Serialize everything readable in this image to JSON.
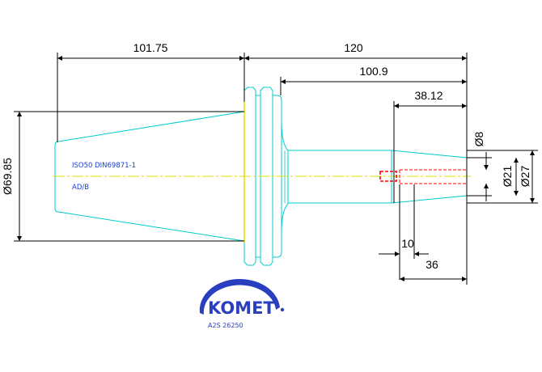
{
  "dimensions": {
    "taper_length": "101.75",
    "total_length": "120",
    "shank_length": "100.9",
    "bore_depth": "38.12",
    "taper_diameter": "Ø69.85",
    "pin_diameter": "Ø8",
    "bore_diameter": "Ø21",
    "shank_diameter": "Ø27",
    "offset_10": "10",
    "offset_36": "36"
  },
  "spec": {
    "standard": "ISO50 DIN69871-1",
    "form": "AD/B"
  },
  "brand": {
    "name": "KOMET",
    "code": "A2S 26250"
  },
  "colors": {
    "outline": "#00d4d4",
    "centerline": "#e8e800",
    "hidden_bore": "#ff0000",
    "dimension": "#000000",
    "brand": "#2a3fbf"
  }
}
